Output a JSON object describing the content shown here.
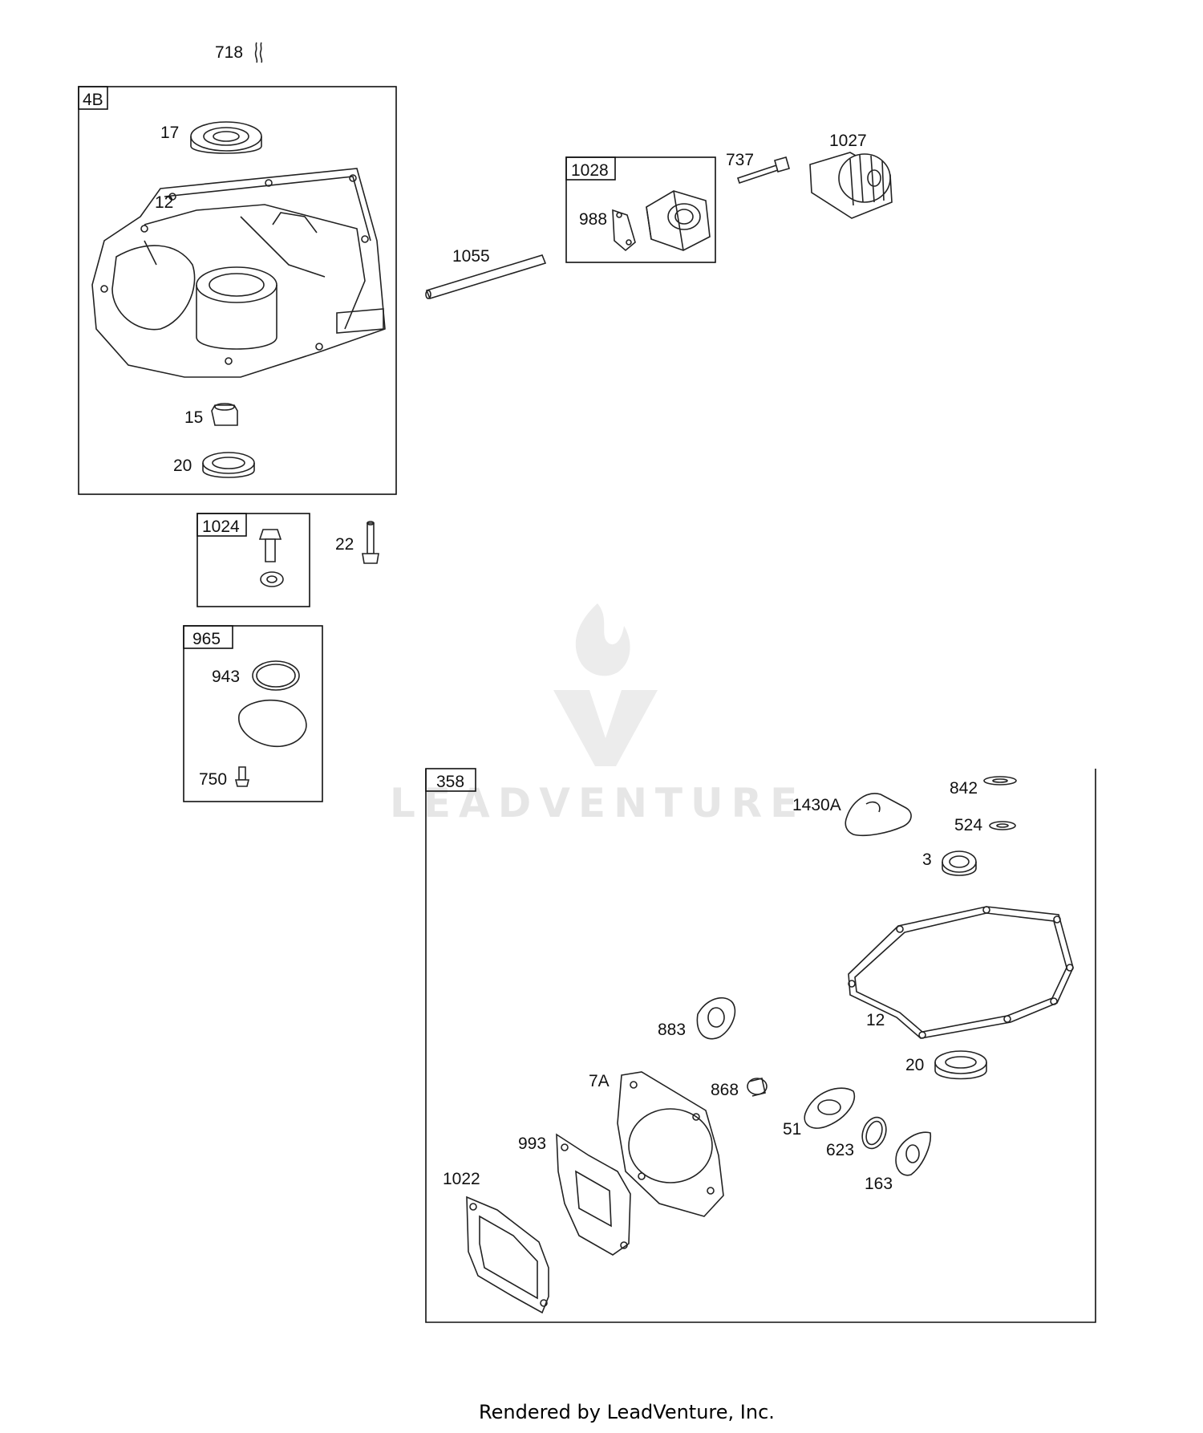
{
  "diagram": {
    "callouts": {
      "p718": "718",
      "k4B": "4B",
      "p17": "17",
      "p12_top": "12",
      "p15": "15",
      "p20_top": "20",
      "p1055": "1055",
      "k1028": "1028",
      "p988": "988",
      "p737": "737",
      "p1027": "1027",
      "k1024": "1024",
      "p22": "22",
      "k965": "965",
      "p943": "943",
      "p750": "750",
      "k358": "358",
      "p1430A": "1430A",
      "p842": "842",
      "p524": "524",
      "p3": "3",
      "p12_kit": "12",
      "p883": "883",
      "p20_kit": "20",
      "p7A": "7A",
      "p868": "868",
      "p51": "51",
      "p623": "623",
      "p993": "993",
      "p163": "163",
      "p1022": "1022"
    },
    "watermark": "LEADVENTURE",
    "footer": "Rendered by LeadVenture, Inc."
  },
  "colors": {
    "line": "#222222",
    "watermark": "#e6e6e6",
    "background": "#ffffff"
  }
}
